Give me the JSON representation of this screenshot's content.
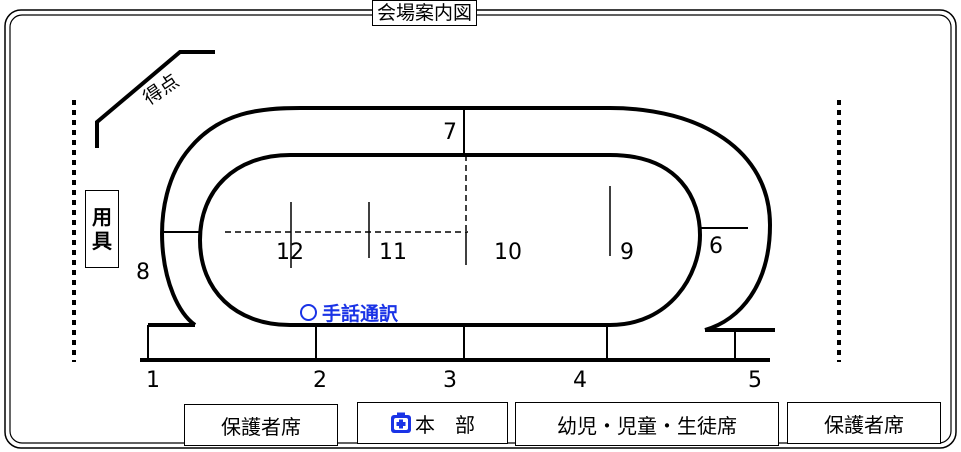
{
  "title": "会場案内図",
  "lanes": [
    "1",
    "2",
    "3",
    "4",
    "5",
    "6",
    "7",
    "8",
    "9",
    "10",
    "11",
    "12"
  ],
  "labels": {
    "tokuten": "得点",
    "yougu_1": "用",
    "yougu_2": "具",
    "interpreter": "手話通訳"
  },
  "seats": {
    "guardian_left": "保護者席",
    "hq": "本　部",
    "children": "幼児・児童・生徒席",
    "guardian_right": "保護者席"
  },
  "colors": {
    "line": "#000000",
    "interpreter": "#1a33e6",
    "hq_icon": "#1a33e6"
  }
}
